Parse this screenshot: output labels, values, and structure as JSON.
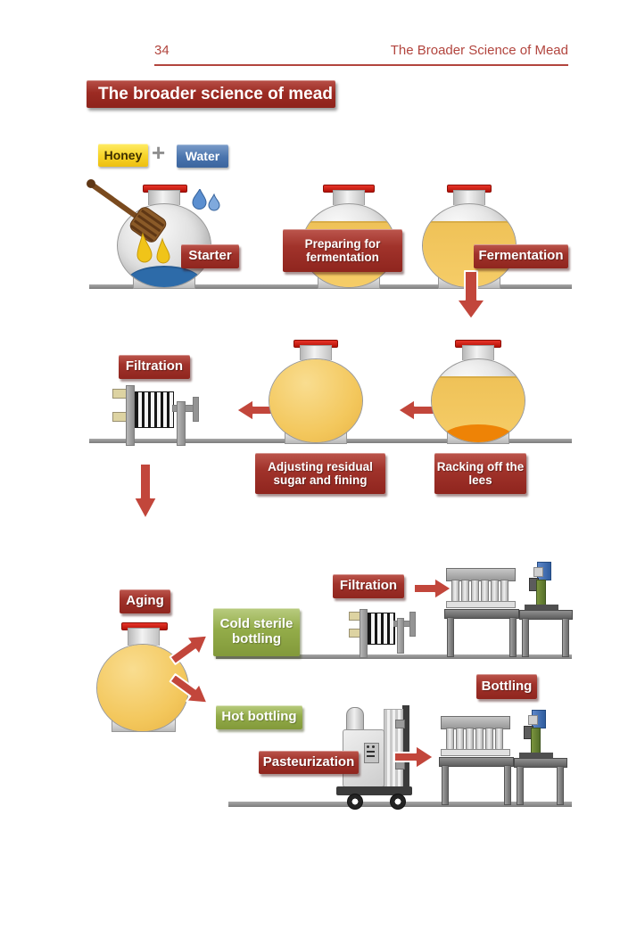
{
  "header": {
    "page_number": "34",
    "running_title": "The Broader Science of Mead"
  },
  "title_banner": "The broader science of mead",
  "ingredients": {
    "honey": "Honey",
    "plus": "+",
    "water": "Water"
  },
  "stages": {
    "starter": "Starter",
    "preparing": "Preparing for fermentation",
    "fermentation": "Fermentation",
    "filtration_primary": "Filtration",
    "adjusting": "Adjusting residual sugar and fining",
    "racking": "Racking off the lees",
    "aging": "Aging",
    "cold_sterile": "Cold sterile bottling",
    "hot_bottling": "Hot bottling",
    "filtration_polish": "Filtration",
    "bottling": "Bottling",
    "pasteurization": "Pasteurization"
  },
  "colors": {
    "label_red": "#9c2b23",
    "arrow_red": "#c2463b",
    "cap_red": "#cc1c10",
    "label_green": "#8ca246",
    "honey_yellow": "#f7d327",
    "water_blue": "#4a74ad",
    "mead_amber": "#f3c75c",
    "lees_orange": "#ee8306",
    "starter_blue": "#2d6ba9",
    "header_red": "#b2453e",
    "shelf_gray": "#8f8f8f"
  }
}
